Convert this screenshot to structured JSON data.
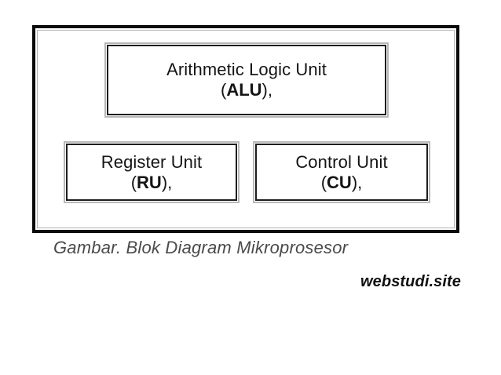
{
  "diagram": {
    "title": "Blok Diagram Mikroprosesor",
    "frame": {
      "border_color": "#0a0a0a",
      "inner_line_color": "#b4b4b4",
      "background": "#ffffff"
    },
    "box_style": {
      "outer_border_color": "#b9b9b9",
      "inner_border_color": "#1d1d1d",
      "fill": "#ffffff",
      "text_color": "#141414"
    },
    "blocks": [
      {
        "id": "alu",
        "line1": "Arithmetic Logic Unit",
        "open_paren": "(",
        "abbr": "ALU",
        "close_paren": "),"
      },
      {
        "id": "ru",
        "line1": "Register Unit",
        "open_paren": "(",
        "abbr": "RU",
        "close_paren": "),"
      },
      {
        "id": "cu",
        "line1": "Control Unit",
        "open_paren": "(",
        "abbr": "CU",
        "close_paren": "),"
      }
    ]
  },
  "caption": {
    "text": "Gambar. Blok Diagram Mikroprosesor",
    "color": "#4a4a4a"
  },
  "watermark": {
    "text": "webstudi.site",
    "color": "#101010"
  }
}
